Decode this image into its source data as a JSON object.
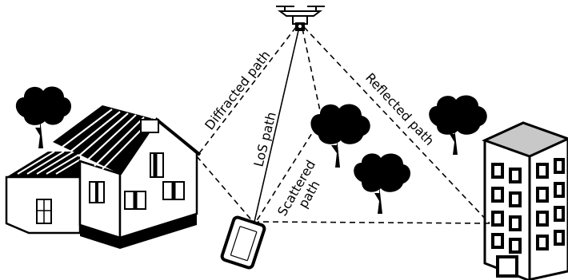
{
  "labels": {
    "diffracted": "Diffracted path",
    "los": "LoS path",
    "scattered_line1": "Scattered",
    "scattered_line2": "path",
    "reflected": "Reflected path"
  },
  "icons": {
    "uav": "drone-icon",
    "ue": "smartphone-icon",
    "house": "house-icon",
    "building": "office-building-icon",
    "trees": "tree-icon"
  },
  "colors": {
    "ink": "#000000",
    "building_roof": "#c8c8c8",
    "background": "#ffffff"
  }
}
